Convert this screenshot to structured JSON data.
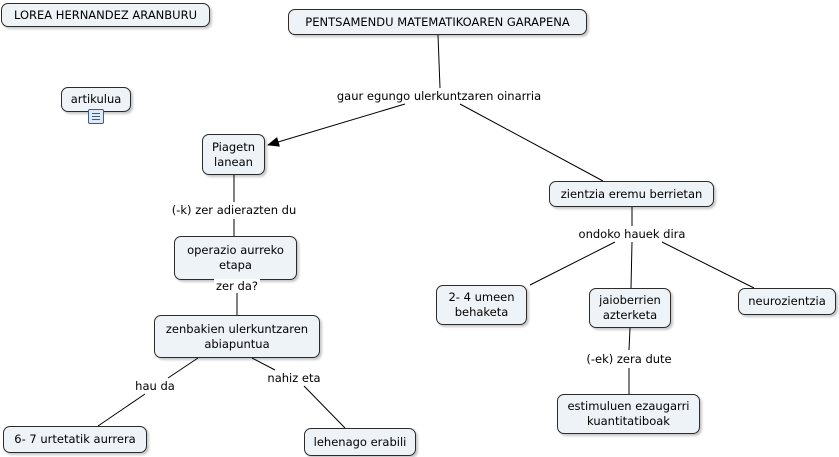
{
  "nodes": {
    "author": "LOREA HERNANDEZ ARANBURU",
    "root": "PENTSAMENDU MATEMATIKOAREN GARAPENA",
    "artikulua": "artikulua",
    "piaget": "Piagetn\nlanean",
    "operazio": "operazio aurreko\netapa",
    "zenbakien": "zenbakien ulerkuntzaren\nabiapuntua",
    "urtetatik": "6- 7 urtetatik aurrera",
    "lehenago": "lehenago erabili",
    "zientzia": "zientzia eremu berrietan",
    "umeen": "2- 4 umeen\nbehaketa",
    "jaioberrien": "jaioberrien\nazterketa",
    "neurozientzia": "neurozientzia",
    "estimuluen": "estimuluen ezaugarri\nkuantitatiboak"
  },
  "links": {
    "gaur": "gaur egungo ulerkuntzaren oinarria",
    "adierazten": "(-k) zer adierazten du",
    "zerda": "zer da?",
    "haudа": "hau da",
    "nahiz": "nahiz eta",
    "ondoko": "ondoko hauek dira",
    "zera": "(-ek) zera dute"
  },
  "icons": {
    "artikulua_attachment": "document-icon"
  },
  "colors": {
    "node_fill": "#eef3f7",
    "border": "#2b2b2b",
    "line": "#000000"
  }
}
